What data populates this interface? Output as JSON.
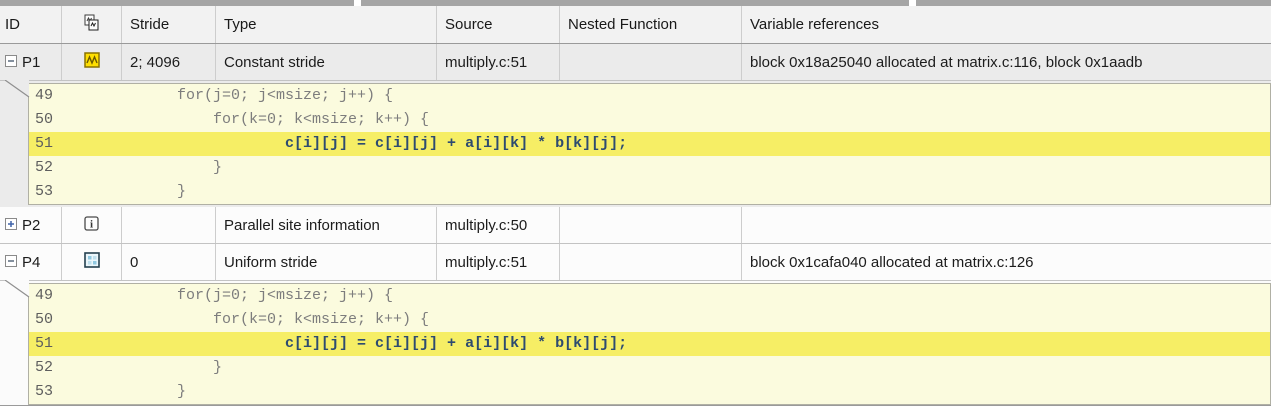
{
  "header": {
    "id": "ID",
    "pattern_icon": "stride-pattern-icon",
    "stride": "Stride",
    "type": "Type",
    "source": "Source",
    "nested": "Nested Function",
    "refs": "Variable references"
  },
  "rows": [
    {
      "id": "P1",
      "expand_state": "collapse",
      "pattern_icon": "constant-stride-icon",
      "stride": "2; 4096",
      "type": "Constant stride",
      "source": "multiply.c:51",
      "nested": "",
      "refs": "block 0x18a25040 allocated at matrix.c:116, block 0x1aadb"
    },
    {
      "id": "P2",
      "expand_state": "expand",
      "pattern_icon": "info-icon",
      "stride": "",
      "type": "Parallel site information",
      "source": "multiply.c:50",
      "nested": "",
      "refs": ""
    },
    {
      "id": "P4",
      "expand_state": "collapse",
      "pattern_icon": "uniform-stride-icon",
      "stride": "0",
      "type": "Uniform stride",
      "source": "multiply.c:51",
      "nested": "",
      "refs": "block 0x1cafa040 allocated at matrix.c:126"
    }
  ],
  "code": {
    "highlighted_line": "51",
    "lines": [
      {
        "no": "49",
        "text": "            for(j=0; j<msize; j++) {"
      },
      {
        "no": "50",
        "text": "                for(k=0; k<msize; k++) {"
      },
      {
        "no": "51",
        "text": "                        c[i][j] = c[i][j] + a[i][k] * b[k][j];"
      },
      {
        "no": "52",
        "text": "                }"
      },
      {
        "no": "53",
        "text": "            }"
      }
    ]
  },
  "colors": {
    "code_highlight": "#f6ee65",
    "code_panel_bg": "#fbfbde",
    "constant_stride_yellow": "#ffdf00",
    "uniform_stride_blue": "#8fc8e0",
    "code_hl_text": "#2d4b70"
  }
}
